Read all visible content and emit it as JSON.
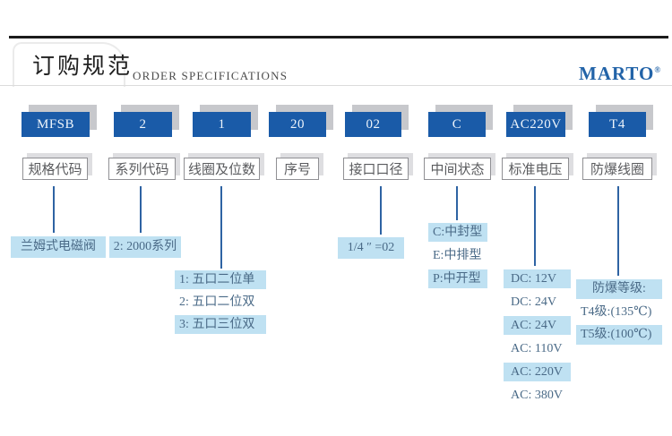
{
  "header": {
    "title": "订购规范",
    "subtitle": "ORDER SPECIFICATIONS",
    "brand": "MARTO",
    "brand_mark": "®"
  },
  "colors": {
    "code_box_bg": "#1a5ba8",
    "code_box_text": "#edf4fb",
    "shadow_gray": "#c7c8cc",
    "highlight_bg": "#bfe1f2",
    "note_text": "#4a6a87",
    "label_border": "#909094",
    "connector_line": "#2e63a3",
    "brand_blue": "#2263a8"
  },
  "columns": [
    {
      "code": "MFSB",
      "label": "规格代码",
      "notes": [
        {
          "text": "兰姆式电磁阀",
          "highlight": true
        }
      ]
    },
    {
      "code": "2",
      "label": "系列代码",
      "notes": [
        {
          "text": "2: 2000系列",
          "highlight": true
        }
      ]
    },
    {
      "code": "1",
      "label": "线圈及位数",
      "notes": [
        {
          "text": "1: 五口二位单",
          "highlight": true
        },
        {
          "text": "2: 五口二位双",
          "highlight": false
        },
        {
          "text": "3: 五口三位双",
          "highlight": true
        }
      ]
    },
    {
      "code": "20",
      "label": "序号",
      "notes": []
    },
    {
      "code": "02",
      "label": "接口口径",
      "notes": [
        {
          "text": "1/4 ″ =02",
          "highlight": true
        }
      ]
    },
    {
      "code": "C",
      "label": "中间状态",
      "notes": [
        {
          "text": "C:中封型",
          "highlight": true
        },
        {
          "text": "E:中排型",
          "highlight": false
        },
        {
          "text": "P:中开型",
          "highlight": true
        }
      ]
    },
    {
      "code": "AC220V",
      "label": "标准电压",
      "notes": [
        {
          "text": "DC: 12V",
          "highlight": true
        },
        {
          "text": "DC: 24V",
          "highlight": false
        },
        {
          "text": "AC: 24V",
          "highlight": true
        },
        {
          "text": "AC: 110V",
          "highlight": false
        },
        {
          "text": "AC: 220V",
          "highlight": true
        },
        {
          "text": "AC: 380V",
          "highlight": false
        }
      ]
    },
    {
      "code": "T4",
      "label": "防爆线圈",
      "notes": [
        {
          "text": "防爆等级:",
          "highlight": true
        },
        {
          "text": "T4级:(135℃)",
          "highlight": false
        },
        {
          "text": "T5级:(100℃)",
          "highlight": true
        }
      ]
    }
  ]
}
